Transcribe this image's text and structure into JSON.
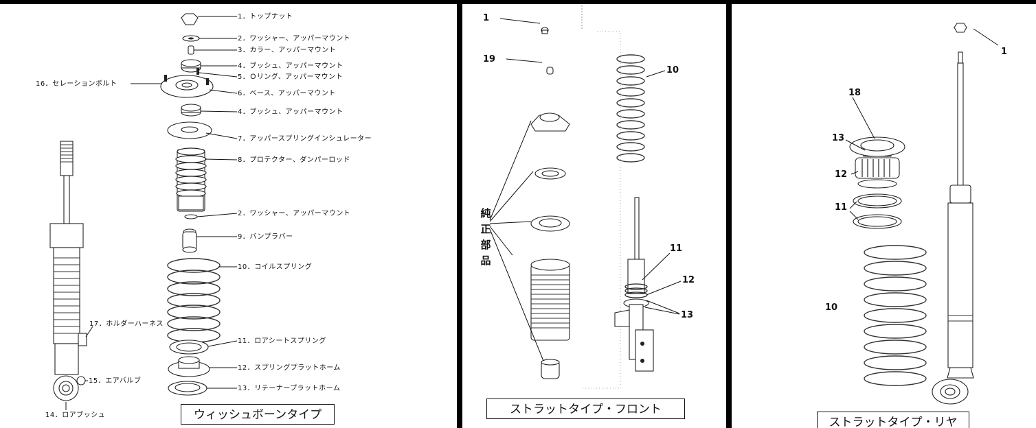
{
  "wishbone": {
    "caption": "ウィッシュボーンタイプ",
    "labels": [
      "1．トップナット",
      "2．ワッシャー、アッパーマウント",
      "3．カラー、アッパーマウント",
      "4．ブッシュ、アッパーマウント",
      "5．Ｏリング、アッパーマウント",
      "6．ベース、アッパーマウント",
      "4．ブッシュ、アッパーマウント",
      "7．アッパースプリングインシュレーター",
      "8．プロテクター、ダンパーロッド",
      "2．ワッシャー、アッパーマウント",
      "9．バンプラバー",
      "10．コイルスプリング",
      "11．ロアシートスプリング",
      "12．スプリングプラットホーム",
      "13．リテーナープラットホーム",
      "16．セレーションボルト",
      "17．ホルダーハーネス",
      "15．エアバルブ",
      "14．ロアブッシュ"
    ]
  },
  "front": {
    "caption": "ストラットタイプ・フロント",
    "genuine": [
      "純",
      "正",
      "部",
      "品"
    ],
    "numbers": [
      "1",
      "19",
      "10",
      "11",
      "12",
      "13"
    ]
  },
  "rear": {
    "caption": "ストラットタイプ・リヤ",
    "numbers": [
      "1",
      "18",
      "13",
      "12",
      "11",
      "10"
    ]
  }
}
